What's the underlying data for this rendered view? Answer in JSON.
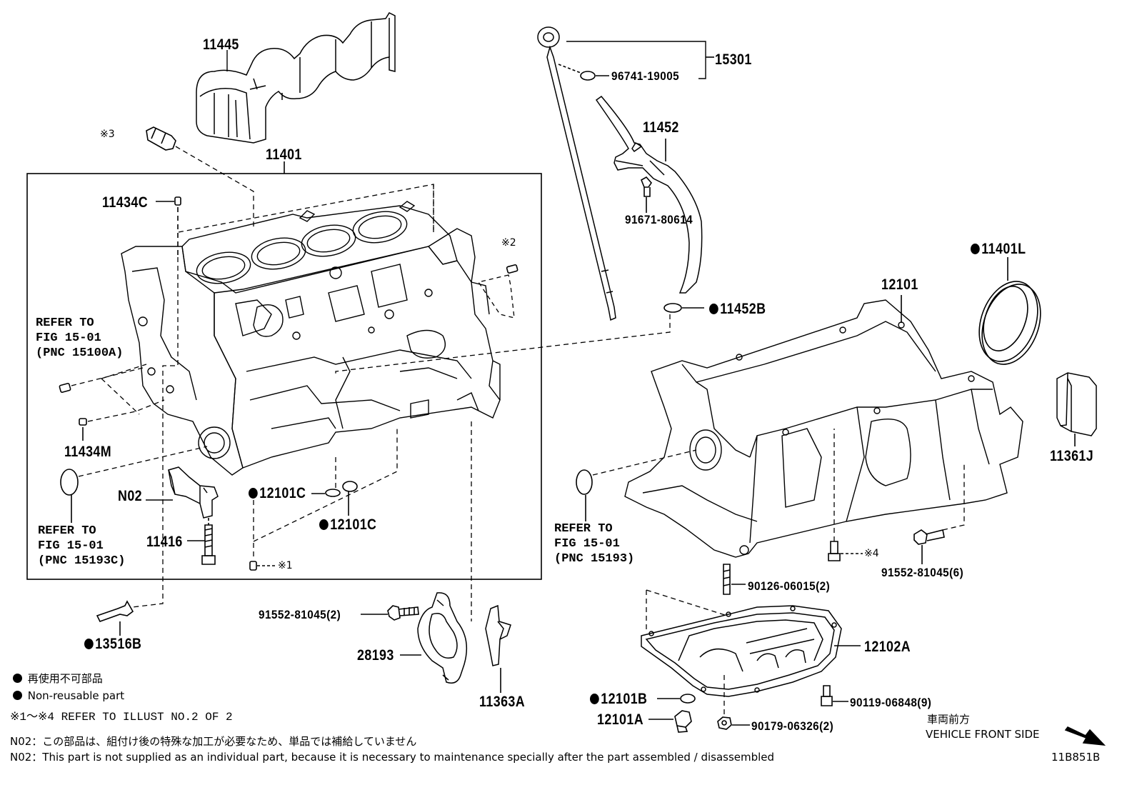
{
  "labels": {
    "p11445": "11445",
    "p15301": "15301",
    "p96741": "96741-19005",
    "p11452": "11452",
    "m3": "※3",
    "p11401": "11401",
    "p11434C": "11434C",
    "m2": "※2",
    "p91671": "91671-80614",
    "p11401L": "11401L",
    "p12101": "12101",
    "p11452B": "11452B",
    "p11434M": "11434M",
    "pN02": "N02",
    "p12101C_a": "12101C",
    "p12101C_b": "12101C",
    "p11416": "11416",
    "m1": "※1",
    "p11361J": "11361J",
    "m4": "※4",
    "p91552_6": "91552-81045(6)",
    "p90126": "90126-06015(2)",
    "p91552_2": "91552-81045(2)",
    "p13516B": "13516B",
    "p28193": "28193",
    "p11363A": "11363A",
    "p12102A": "12102A",
    "p12101B": "12101B",
    "p90119": "90119-06848(9)",
    "p12101A": "12101A",
    "p90179": "90179-06326(2)"
  },
  "refers": {
    "r1": "REFER TO\nFIG 15-01\n(PNC 15100A)",
    "r2": "REFER TO\nFIG 15-01\n(PNC 15193C)",
    "r3": "REFER TO\nFIG 15-01\n(PNC 15193)"
  },
  "legend": {
    "line1": "再使用不可部品",
    "line2": "Non-reusable part",
    "line3": "※1～※4 REFER TO ILLUST NO.2 OF 2",
    "note_jp": "N02：この部品は、組付け後の特殊な加工が必要なため、単品では補給していません",
    "note_en": "N02：This part is not supplied as an individual part, because it is necessary to maintenance specially after the part assembled / disassembled"
  },
  "front": {
    "jp": "車両前方",
    "en": "VEHICLE FRONT SIDE"
  },
  "illust_id": "11B851B"
}
